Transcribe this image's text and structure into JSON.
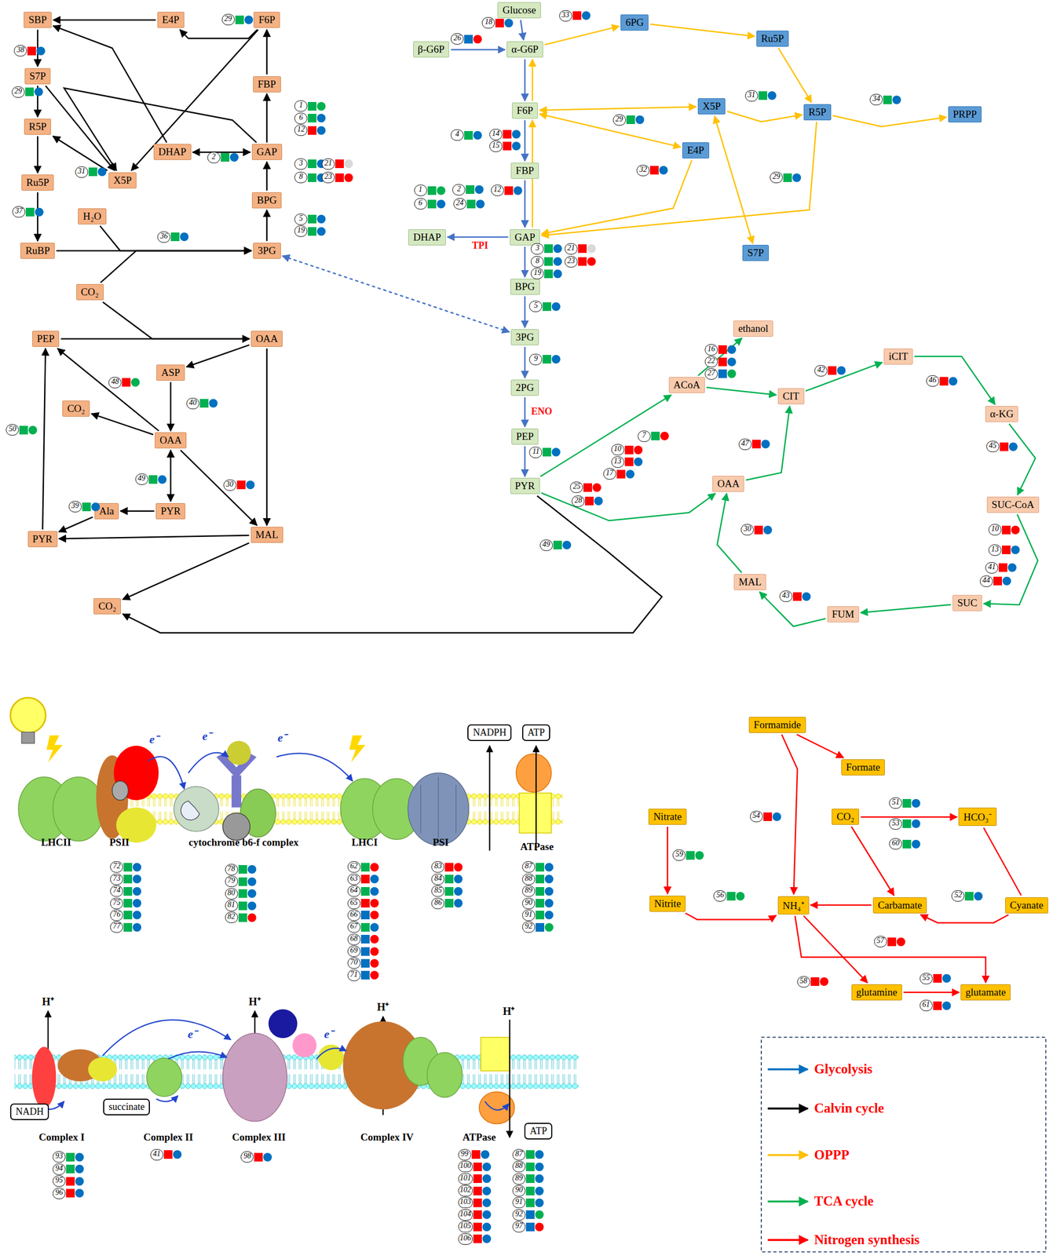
{
  "diagram": {
    "nodes": [
      {
        "text": [
          "SBP"
        ]
      },
      {
        "text": [
          "E4P"
        ]
      },
      {
        "text": [
          "F6P"
        ]
      },
      {
        "text": [
          "S7P"
        ]
      },
      {
        "text": [
          "FBP"
        ]
      },
      {
        "text": [
          "R5P"
        ]
      },
      {
        "text": [
          "X5P"
        ]
      },
      {
        "text": [
          "DHAP"
        ]
      },
      {
        "text": [
          "GAP"
        ]
      },
      {
        "text": [
          "Ru5P"
        ]
      },
      {
        "text": [
          "BPG"
        ]
      },
      {
        "text": [
          "H₂O"
        ]
      },
      {
        "text": [
          "RuBP"
        ]
      },
      {
        "text": [
          "3PG"
        ]
      },
      {
        "text": [
          "CO₂"
        ]
      },
      {
        "text": [
          "PEP"
        ]
      },
      {
        "text": [
          "OAA"
        ]
      },
      {
        "text": [
          "ASP"
        ]
      },
      {
        "text": [
          "CO₂"
        ]
      },
      {
        "text": [
          "OAA"
        ]
      },
      {
        "text": [
          "PYR"
        ]
      },
      {
        "text": [
          "Ala"
        ]
      },
      {
        "text": [
          "PYR"
        ]
      },
      {
        "text": [
          "MAL"
        ]
      },
      {
        "text": [
          "CO₂"
        ]
      },
      {
        "text": [
          "Glucose"
        ]
      },
      {
        "text": [
          "β-G6P"
        ]
      },
      {
        "text": [
          "α-G6P"
        ]
      },
      {
        "text": [
          "F6P"
        ]
      },
      {
        "text": [
          "FBP"
        ]
      },
      {
        "text": [
          "DHAP"
        ]
      },
      {
        "text": [
          "GAP"
        ]
      },
      {
        "text": [
          "BPG"
        ]
      },
      {
        "text": [
          "3PG"
        ]
      },
      {
        "text": [
          "2PG"
        ]
      },
      {
        "text": [
          "PEP"
        ]
      },
      {
        "text": [
          "PYR"
        ]
      },
      {
        "text": [
          "6PG"
        ]
      },
      {
        "text": [
          "Ru5P"
        ]
      },
      {
        "text": [
          "X5P"
        ]
      },
      {
        "text": [
          "R5P"
        ]
      },
      {
        "text": [
          "PRPP"
        ]
      },
      {
        "text": [
          "E4P"
        ]
      },
      {
        "text": [
          "S7P"
        ]
      },
      {
        "text": [
          "ethanol"
        ]
      },
      {
        "text": [
          "ACoA"
        ]
      },
      {
        "text": [
          "CIT"
        ]
      },
      {
        "text": [
          "iCIT"
        ]
      },
      {
        "text": [
          "α-KG"
        ]
      },
      {
        "text": [
          "OAA"
        ]
      },
      {
        "text": [
          "SUC-CoA"
        ]
      },
      {
        "text": [
          "MAL"
        ]
      },
      {
        "text": [
          "SUC"
        ]
      },
      {
        "text": [
          "FUM"
        ]
      },
      {
        "text": [
          "Formamide"
        ]
      },
      {
        "text": [
          "Formate"
        ]
      },
      {
        "text": [
          "Nitrate"
        ]
      },
      {
        "text": [
          "CO₂"
        ]
      },
      {
        "text": [
          "HCO₃⁻"
        ]
      },
      {
        "text": [
          "Nitrite"
        ]
      },
      {
        "text": [
          "NH₄⁺"
        ]
      },
      {
        "text": [
          "Carbamate"
        ]
      },
      {
        "text": [
          "Cyanate"
        ]
      },
      {
        "text": [
          "glutamine"
        ]
      },
      {
        "text": [
          "glutamate"
        ]
      },
      {
        "text": [
          "NADPH"
        ]
      },
      {
        "text": [
          "ATP"
        ]
      },
      {
        "text": [
          "NADH"
        ]
      },
      {
        "text": [
          "succinate"
        ]
      },
      {
        "text": [
          "ATP"
        ]
      }
    ],
    "edges": [
      {
        "from": 2,
        "to": 1,
        "arrow": "to"
      },
      {
        "from": 1,
        "to": 0,
        "arrow": "to"
      },
      {
        "from": 0,
        "to": 3,
        "arrow": "to"
      },
      {
        "from": 3,
        "to": 5,
        "arrow": "to"
      },
      {
        "from": 5,
        "to": 9,
        "arrow": "to"
      },
      {
        "from": 9,
        "to": 12,
        "arrow": "to"
      },
      {
        "from": 3,
        "to": 6,
        "arrow": "to"
      },
      {
        "from": 2,
        "to": 6,
        "arrow": "to"
      },
      {
        "from": 6,
        "to": 5,
        "arrow": "to"
      },
      {
        "from": 7,
        "to": 0,
        "arrow": "to"
      },
      {
        "from": 8,
        "to": 6,
        "arrow": "to"
      },
      {
        "from": 8,
        "to": 7,
        "arrow": "both"
      },
      {
        "from": 8,
        "to": 4,
        "arrow": "to"
      },
      {
        "from": 4,
        "to": 2,
        "arrow": "to"
      },
      {
        "from": 10,
        "to": 8,
        "arrow": "to"
      },
      {
        "from": 13,
        "to": 10,
        "arrow": "to"
      },
      {
        "from": 12,
        "to": 13,
        "arrow": "to"
      },
      {
        "from": 11,
        "to": 13,
        "arrow": "to"
      },
      {
        "from": 14,
        "to": 13,
        "arrow": "to"
      },
      {
        "from": 15,
        "to": 16,
        "arrow": "to"
      },
      {
        "from": 14,
        "to": 16,
        "arrow": "to"
      },
      {
        "from": 16,
        "to": 17,
        "arrow": "to"
      },
      {
        "from": 17,
        "to": 19,
        "arrow": "to"
      },
      {
        "from": 19,
        "to": 15,
        "arrow": "to"
      },
      {
        "from": 19,
        "to": 18,
        "arrow": "to"
      },
      {
        "from": 19,
        "to": 20,
        "arrow": "both"
      },
      {
        "from": 20,
        "to": 21,
        "arrow": "to"
      },
      {
        "from": 21,
        "to": 22,
        "arrow": "to"
      },
      {
        "from": 19,
        "to": 23,
        "arrow": "to"
      },
      {
        "from": 16,
        "to": 23,
        "arrow": "to"
      },
      {
        "from": 23,
        "to": 22,
        "arrow": "to"
      },
      {
        "from": 22,
        "to": 15,
        "arrow": "to"
      },
      {
        "from": 23,
        "to": 24,
        "arrow": "to"
      },
      {
        "from": 25,
        "to": 27,
        "arrow": "to"
      },
      {
        "from": 26,
        "to": 27,
        "arrow": "to"
      },
      {
        "from": 27,
        "to": 28,
        "arrow": "to"
      },
      {
        "from": 28,
        "to": 29,
        "arrow": "to"
      },
      {
        "from": 29,
        "to": 31,
        "arrow": "to"
      },
      {
        "from": 31,
        "to": 30,
        "arrow": "to"
      },
      {
        "from": 31,
        "to": 32,
        "arrow": "to"
      },
      {
        "from": 32,
        "to": 33,
        "arrow": "to"
      },
      {
        "from": 33,
        "to": 34,
        "arrow": "to"
      },
      {
        "from": 34,
        "to": 35,
        "arrow": "to"
      },
      {
        "from": 35,
        "to": 36,
        "arrow": "to"
      },
      {
        "from": 13,
        "to": 33,
        "arrow": "both"
      },
      {
        "from": 27,
        "to": 37,
        "arrow": "to"
      },
      {
        "from": 37,
        "to": 38,
        "arrow": "to"
      },
      {
        "from": 38,
        "to": 40,
        "arrow": "to"
      },
      {
        "from": 40,
        "to": 41,
        "arrow": "to"
      },
      {
        "from": 39,
        "to": 40,
        "arrow": "to"
      },
      {
        "from": 28,
        "to": 39,
        "arrow": "both"
      },
      {
        "from": 28,
        "to": 42,
        "arrow": "both"
      },
      {
        "from": 42,
        "to": 31,
        "arrow": "to"
      },
      {
        "from": 40,
        "to": 31,
        "arrow": "to"
      },
      {
        "from": 39,
        "to": 43,
        "arrow": "both"
      },
      {
        "from": 31,
        "to": 28,
        "arrow": "to"
      },
      {
        "from": 28,
        "to": 27,
        "arrow": "to"
      },
      {
        "from": 36,
        "to": 45,
        "arrow": "to"
      },
      {
        "from": 45,
        "to": 44,
        "arrow": "to"
      },
      {
        "from": 45,
        "to": 46,
        "arrow": "to"
      },
      {
        "from": 46,
        "to": 47,
        "arrow": "to"
      },
      {
        "from": 47,
        "to": 48,
        "arrow": "to"
      },
      {
        "from": 48,
        "to": 50,
        "arrow": "to"
      },
      {
        "from": 50,
        "to": 52,
        "arrow": "to"
      },
      {
        "from": 52,
        "to": 53,
        "arrow": "to"
      },
      {
        "from": 53,
        "to": 51,
        "arrow": "to"
      },
      {
        "from": 51,
        "to": 49,
        "arrow": "to"
      },
      {
        "from": 49,
        "to": 46,
        "arrow": "to"
      },
      {
        "from": 36,
        "to": 49,
        "arrow": "to"
      },
      {
        "from": 36,
        "to": 24,
        "arrow": "to"
      },
      {
        "from": 54,
        "to": 55,
        "arrow": "to"
      },
      {
        "from": 54,
        "to": 60,
        "arrow": "to"
      },
      {
        "from": 56,
        "to": 59,
        "arrow": "to"
      },
      {
        "from": 59,
        "to": 60,
        "arrow": "to"
      },
      {
        "from": 57,
        "to": 58,
        "arrow": "to"
      },
      {
        "from": 58,
        "to": 62,
        "arrow": "none"
      },
      {
        "from": 62,
        "to": 61,
        "arrow": "to"
      },
      {
        "from": 57,
        "to": 61,
        "arrow": "to"
      },
      {
        "from": 61,
        "to": 60,
        "arrow": "to"
      },
      {
        "from": 60,
        "to": 63,
        "arrow": "to"
      },
      {
        "from": 60,
        "to": 64,
        "arrow": "to"
      },
      {
        "from": 63,
        "to": 64,
        "arrow": "to"
      }
    ],
    "labels": [
      "29",
      "38",
      "29",
      "1",
      "6",
      "12",
      "2",
      "3",
      "21",
      "8",
      "23",
      "31",
      "37",
      "5",
      "19",
      "36",
      "48",
      "40",
      "50",
      "49",
      "30",
      "39",
      "18",
      "26",
      "33",
      "31",
      "34",
      "29",
      "4",
      "14",
      "15",
      "32",
      "29",
      "1",
      "2",
      "12",
      "6",
      "24",
      "3",
      "21",
      "8",
      "23",
      "19",
      "5",
      "9",
      "11",
      "16",
      "22",
      "27",
      "42",
      "46",
      "47",
      "7",
      "10",
      "13",
      "17",
      "25",
      "28",
      "45",
      "30",
      "10",
      "13",
      "41",
      "44",
      "43",
      "49",
      "54",
      "51",
      "53",
      "60",
      "59",
      "56",
      "52",
      "57",
      "58",
      "55",
      "61",
      "72",
      "73",
      "74",
      "75",
      "76",
      "77",
      "78",
      "79",
      "80",
      "81",
      "82",
      "62",
      "63",
      "64",
      "65",
      "66",
      "67",
      "68",
      "69",
      "70",
      "71",
      "83",
      "84",
      "85",
      "86",
      "87",
      "88",
      "89",
      "90",
      "91",
      "92",
      "93",
      "94",
      "95",
      "96",
      "41",
      "98",
      "99",
      "100",
      "101",
      "102",
      "103",
      "104",
      "105",
      "106",
      "87",
      "88",
      "89",
      "90",
      "91",
      "92",
      "97",
      "TPI",
      "ENO",
      "LHCII",
      "PSII",
      "cytochrome b6-f complex",
      "LHCI",
      "PSI",
      "ATPase",
      "Complex I",
      "Complex II",
      "Complex III",
      "Complex IV",
      "ATPase",
      "H⁺",
      "H⁺",
      "H⁺",
      "H⁺",
      "e⁻",
      "e⁻",
      "e⁻",
      "e⁻",
      "e⁻"
    ],
    "legend": [
      {
        "text": "Glycolysis"
      },
      {
        "text": "Calvin cycle"
      },
      {
        "text": "OPPP"
      },
      {
        "text": "TCA cycle"
      },
      {
        "text": "Nitrogen synthesis"
      }
    ]
  }
}
